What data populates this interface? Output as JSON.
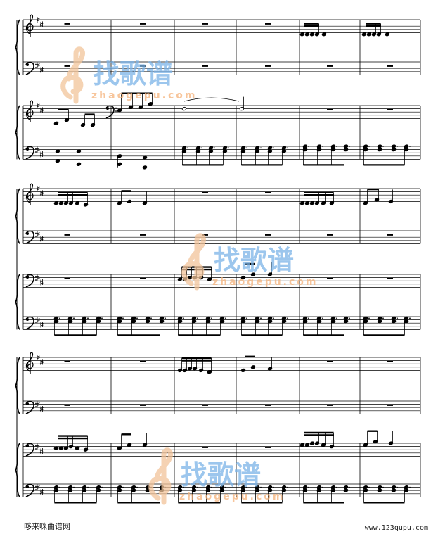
{
  "score": {
    "systems": 3,
    "staves_per_system": 4,
    "measures_per_system": [
      6,
      6,
      6
    ],
    "key_signature": "D major (2 sharps)",
    "rest_symbol": "whole-rest"
  },
  "watermark": {
    "brand_glyphs": "找歌谱",
    "site": "zhaogepu.com",
    "colors": {
      "clef": "#f2c49a",
      "text_blue": "#7bb4e8",
      "text_orange": "#f5b27a"
    }
  },
  "footer": {
    "left_label": "哆来咪曲谱网",
    "right_url": "www.123qupu.com"
  }
}
